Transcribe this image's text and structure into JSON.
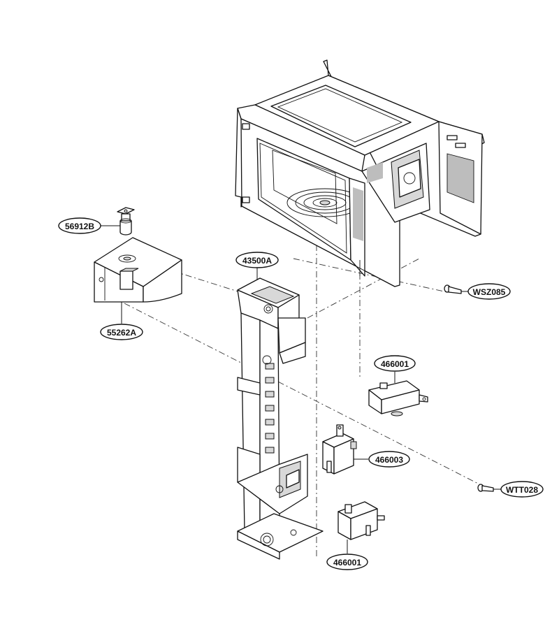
{
  "diagram": {
    "callouts": [
      {
        "id": "c1",
        "label": "56912B"
      },
      {
        "id": "c2",
        "label": "55262A"
      },
      {
        "id": "c3",
        "label": "43500A"
      },
      {
        "id": "c4",
        "label": "WSZ085"
      },
      {
        "id": "c5",
        "label": "466001"
      },
      {
        "id": "c6",
        "label": "466003"
      },
      {
        "id": "c7",
        "label": "WTT028"
      },
      {
        "id": "c8",
        "label": "466001"
      }
    ]
  }
}
